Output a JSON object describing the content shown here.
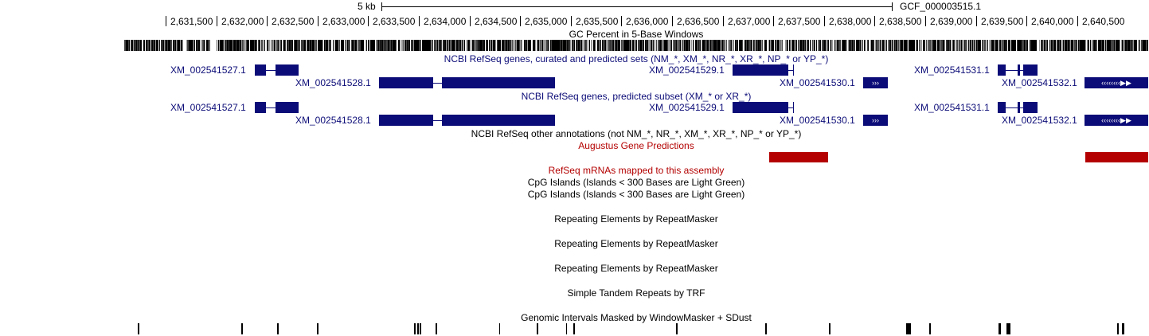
{
  "colors": {
    "refseq": "#0c0c78",
    "augustus": "#b40000",
    "mrna_title": "#b40000",
    "black": "#000000"
  },
  "scale": {
    "size_label": "5 kb",
    "assembly": "GCF_000003515.1"
  },
  "ruler": {
    "labels": [
      "2,631,500",
      "2,632,000",
      "2,632,500",
      "2,633,000",
      "2,633,500",
      "2,634,000",
      "2,634,500",
      "2,635,000",
      "2,635,500",
      "2,636,000",
      "2,636,500",
      "2,637,000",
      "2,637,500",
      "2,638,000",
      "2,638,500",
      "2,639,000",
      "2,639,500",
      "2,640,000",
      "2,640,500"
    ]
  },
  "tracks": {
    "gc_percent": "GC Percent in 5-Base Windows",
    "refseq_all": "NCBI RefSeq genes, curated and predicted sets (NM_*, XM_*, NR_*, XR_*, NP_* or YP_*)",
    "refseq_predicted": "NCBI RefSeq genes, predicted subset (XM_* or XR_*)",
    "refseq_other": "NCBI RefSeq other annotations (not NM_*, NR_*, XM_*, XR_*, NP_* or YP_*)",
    "augustus": "Augustus Gene Predictions",
    "refseq_mrna": "RefSeq mRNAs mapped to this assembly",
    "cpg1": "CpG Islands (Islands < 300 Bases are Light Green)",
    "cpg2": "CpG Islands (Islands < 300 Bases are Light Green)",
    "rmsk1": "Repeating Elements by RepeatMasker",
    "rmsk2": "Repeating Elements by RepeatMasker",
    "rmsk3": "Repeating Elements by RepeatMasker",
    "trf": "Simple Tandem Repeats by TRF",
    "windowmasker": "Genomic Intervals Masked by WindowMasker + SDust"
  },
  "genes": {
    "g1": "XM_002541527.1",
    "g2": "XM_002541528.1",
    "g3": "XM_002541529.1",
    "g4": "XM_002541530.1",
    "g5": "XM_002541531.1",
    "g6": "XM_002541532.1"
  }
}
